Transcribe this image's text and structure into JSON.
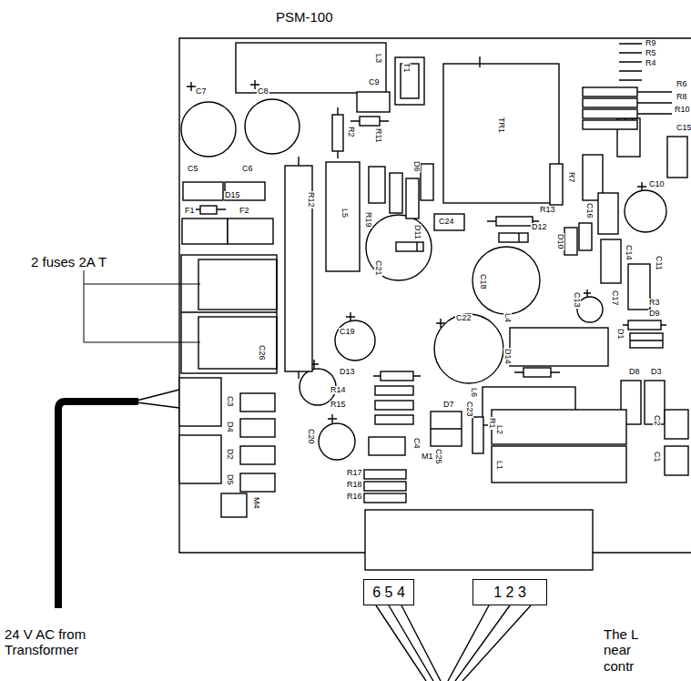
{
  "diagram": {
    "title": "PSM-100",
    "nodes": [
      {
        "text": [
          "6 5 4"
        ]
      },
      {
        "text": [
          "1 2 3"
        ]
      }
    ],
    "labels": [
      "2 fuses 2A T",
      "24 V AC from Transformer",
      "The L near contr",
      "R9",
      "R5",
      "R4",
      "R6",
      "R8",
      "R10",
      "T1",
      "TR1",
      "L3",
      "C9",
      "C7",
      "C8",
      "C5",
      "C6",
      "R2",
      "R11",
      "L5",
      "D6",
      "R12",
      "D15",
      "F2",
      "F1",
      "R19",
      "R13",
      "D12",
      "C24",
      "R7",
      "C16",
      "C21",
      "C18",
      "C22",
      "D11",
      "D10",
      "C19",
      "C14",
      "C11",
      "C17",
      "C13",
      "R3",
      "D9",
      "C26",
      "L4",
      "D13",
      "R14",
      "R15",
      "D14",
      "L6",
      "C3",
      "D4",
      "D2",
      "D5",
      "C20",
      "D7",
      "C23",
      "C4",
      "R1",
      "L2",
      "L1",
      "M1",
      "C25",
      "R17",
      "R18",
      "R16",
      "M4",
      "C2",
      "C1",
      "D3",
      "D8",
      "D1",
      "C10",
      "C15"
    ]
  }
}
